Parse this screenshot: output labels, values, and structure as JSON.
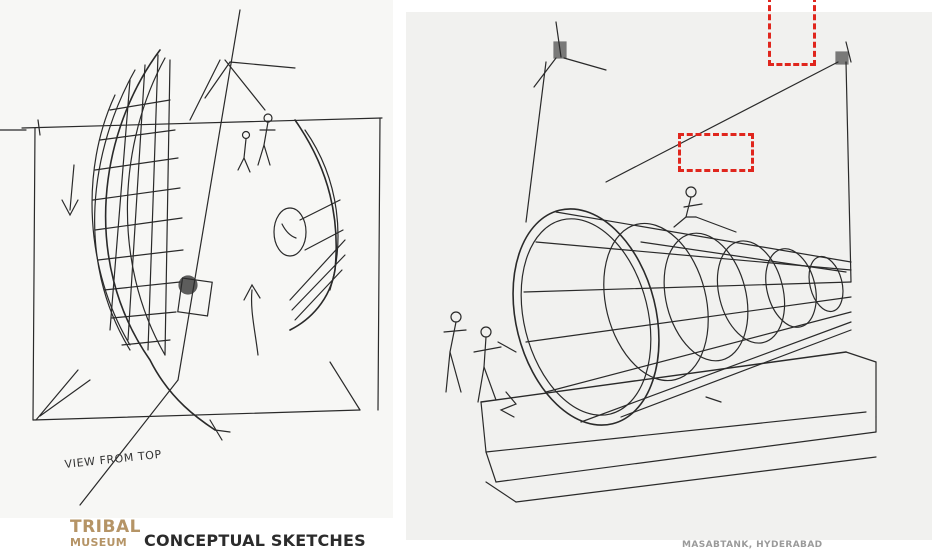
{
  "slide": {
    "title": "CONCEPTUAL SKETCHES",
    "location": "MASABTANK, HYDERABAD"
  },
  "logo": {
    "line1": "TRIBAL",
    "line2": "MUSEUM",
    "color": "#b59466"
  },
  "sketch_top": {
    "caption": "VIEW FROM TOP"
  },
  "markers": {
    "color": "#e0261d"
  },
  "colors": {
    "ink": "#2a2a2a",
    "paper_left": "#f7f7f5",
    "paper_right": "#f1f1ef"
  }
}
